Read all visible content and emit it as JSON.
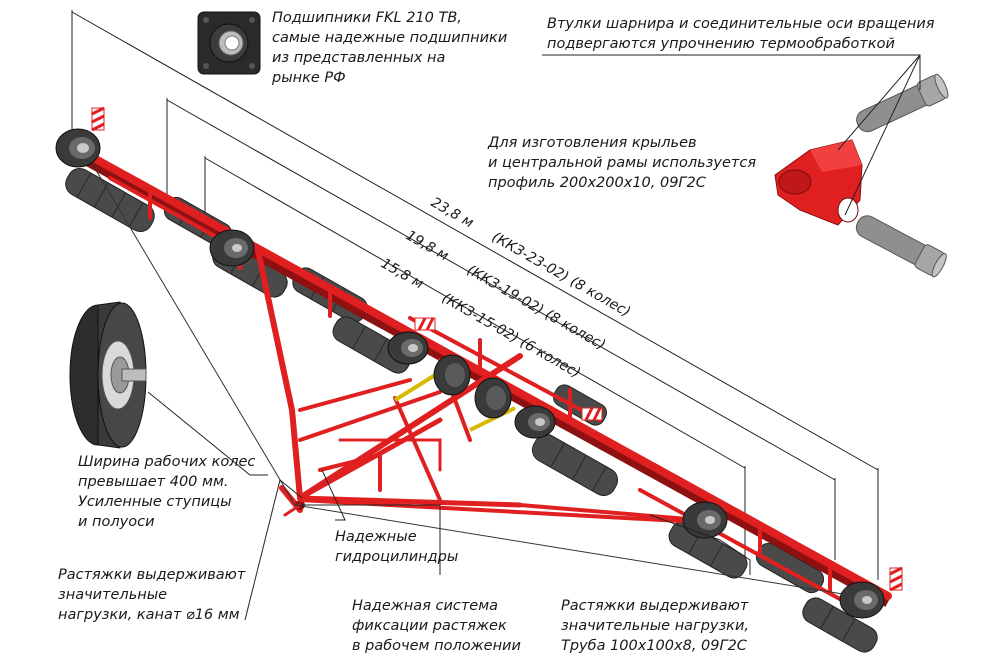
{
  "dimensions": [
    {
      "length": "23,8 м",
      "model": "(ККЗ-23-02) (8 колес)"
    },
    {
      "length": "19,8 м",
      "model": "(ККЗ-19-02) (8 колес)"
    },
    {
      "length": "15,8 м",
      "model": "(ККЗ-15-02) (6 колес)"
    }
  ],
  "callouts": {
    "bearings": "Подшипники FKL 210 TB,\nсамые надежные подшипники\nиз представленных на\nрынке РФ",
    "hinge": "Втулки шарнира и соединительные оси вращения\nподвергаются упрочнению термообработкой",
    "profile": "Для изготовления крыльев\nи центральной рамы используется\nпрофиль 200х200х10, 09Г2С",
    "wheels": "Ширина рабочих колес\nпревышает 400 мм.\nУсиленные ступицы\nи полуоси",
    "cable": "Растяжки выдерживают\nзначительные\nнагрузки, канат ⌀16 мм",
    "hydraulics": "Надежные\nгидроцилиндры",
    "fixation": "Надежная система\nфиксации растяжек\nв рабочем положении",
    "tube": "Растяжки выдерживают\nзначительные нагрузки,\nТруба 100х100х8, 09Г2С"
  },
  "colors": {
    "frame": "#e02020",
    "frame_dark": "#8e1010",
    "roller": "#4a4a4a",
    "axle": "#9a9a9a"
  }
}
